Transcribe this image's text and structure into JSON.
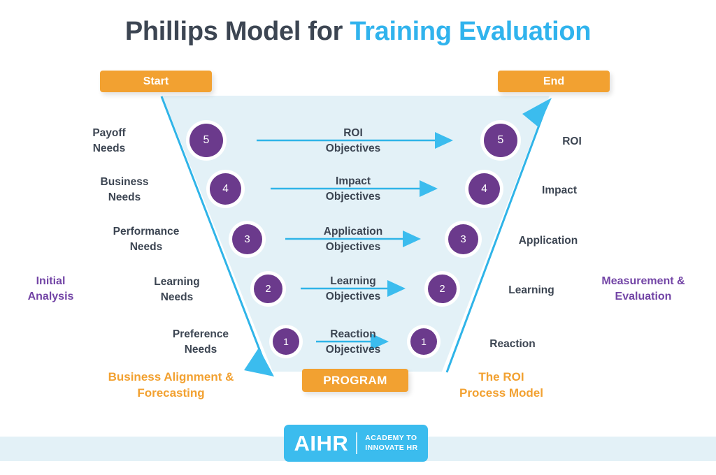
{
  "title": {
    "part1": "Phillips Model for ",
    "part2": "Training Evaluation"
  },
  "banners": {
    "start": "Start",
    "end": "End",
    "program": "PROGRAM"
  },
  "side_notes": {
    "left_purple_l1": "Initial",
    "left_purple_l2": "Analysis",
    "right_purple_l1": "Measurement &",
    "right_purple_l2": "Evaluation",
    "left_orange_l1": "Business Alignment &",
    "left_orange_l2": "Forecasting",
    "right_orange_l1": "The ROI",
    "right_orange_l2": "Process Model"
  },
  "levels": [
    {
      "number": "5",
      "need_l1": "Payoff",
      "need_l2": "Needs",
      "objective_l1": "ROI",
      "objective_l2": "Objectives",
      "outcome": "ROI"
    },
    {
      "number": "4",
      "need_l1": "Business",
      "need_l2": "Needs",
      "objective_l1": "Impact",
      "objective_l2": "Objectives",
      "outcome": "Impact"
    },
    {
      "number": "3",
      "need_l1": "Performance",
      "need_l2": "Needs",
      "objective_l1": "Application",
      "objective_l2": "Objectives",
      "outcome": "Application"
    },
    {
      "number": "2",
      "need_l1": "Learning",
      "need_l2": "Needs",
      "objective_l1": "Learning",
      "objective_l2": "Objectives",
      "outcome": "Learning"
    },
    {
      "number": "1",
      "need_l1": "Preference",
      "need_l2": "Needs",
      "objective_l1": "Reaction",
      "objective_l2": "Objectives",
      "outcome": "Reaction"
    }
  ],
  "footer": {
    "logo_mark": "AIHR",
    "logo_tagline_l1": "ACADEMY TO",
    "logo_tagline_l2": "INNOVATE HR"
  },
  "colors": {
    "title_dark": "#3C4552",
    "title_blue": "#30B3ED",
    "funnel_fill": "#E3F1F7",
    "funnel_edge": "#2FB4E8",
    "circle_purple": "#6B3A8C",
    "accent_orange": "#F2A131",
    "note_purple": "#7345A6",
    "logo_blue": "#3BBCEE",
    "footer_strip": "#E3F1F7"
  }
}
